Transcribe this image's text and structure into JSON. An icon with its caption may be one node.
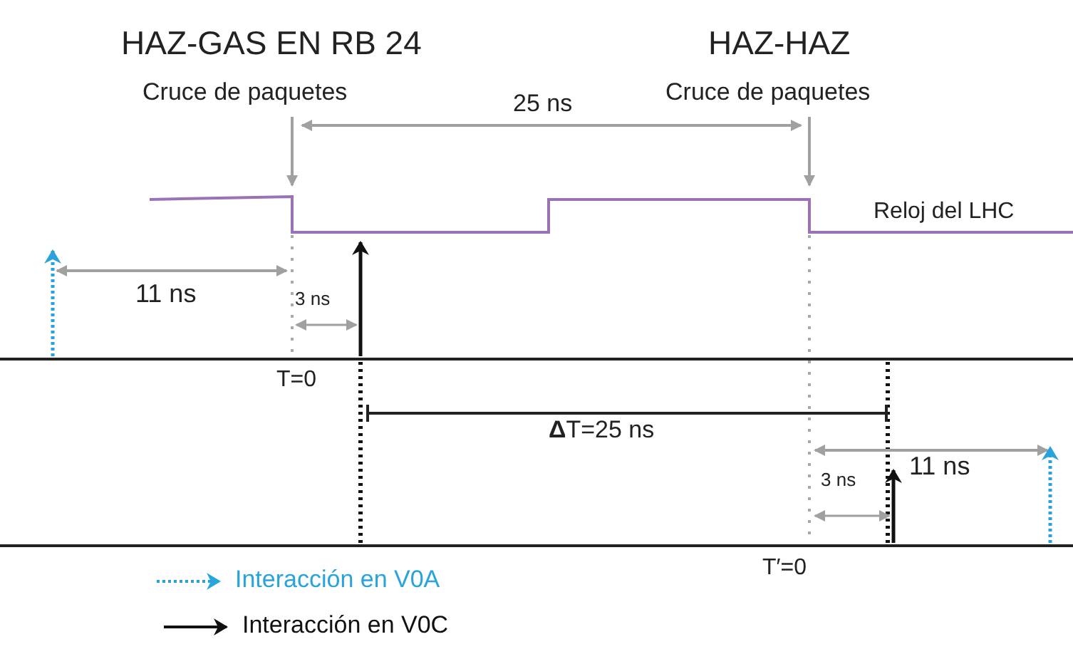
{
  "diagram": {
    "labels": [
      "HAZ-GAS EN RB 24",
      "Cruce de paquetes",
      "25 ns",
      "HAZ-HAZ",
      "Cruce de paquetes",
      "Reloj del LHC",
      "11 ns",
      "3 ns",
      "T=0",
      "**Δ**T=25 ns",
      "11 ns",
      "3 ns",
      "T′=0"
    ],
    "legend": [
      {
        "text": "Interacción en V0A"
      },
      {
        "text": "Interacción en V0C"
      }
    ]
  }
}
